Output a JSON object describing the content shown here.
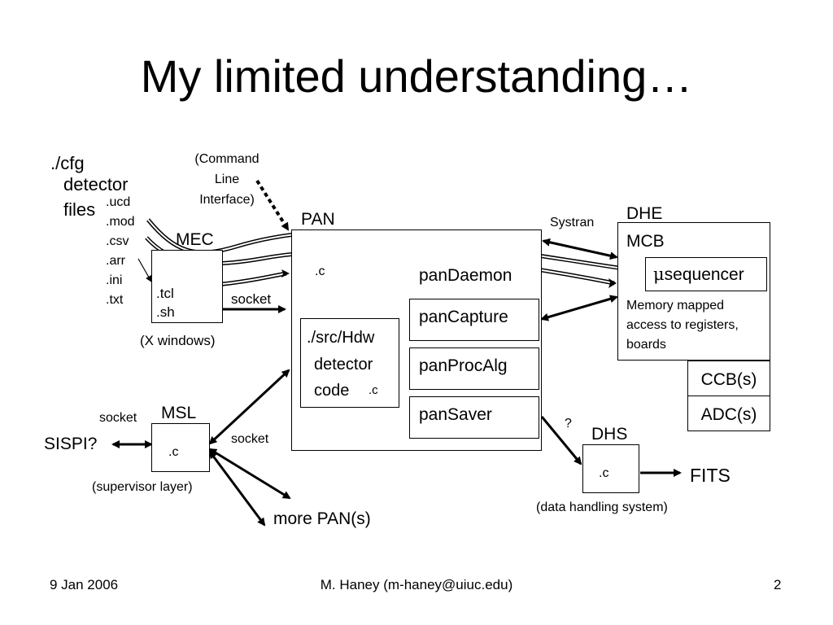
{
  "slide": {
    "title": "My limited understanding…",
    "footer": {
      "date": "9 Jan 2006",
      "author": "M. Haney (m-haney@uiuc.edu)",
      "page": "2"
    }
  },
  "cfg": {
    "path": "./cfg",
    "label_line1": "detector",
    "label_line2": "files",
    "extensions": [
      ".ucd",
      ".mod",
      ".csv",
      ".arr",
      ".ini",
      ".txt"
    ]
  },
  "cli": {
    "line1": "(Command",
    "line2": "Line",
    "line3": "Interface)"
  },
  "mec": {
    "label": "MEC",
    "files": [
      ".tcl",
      ".sh"
    ],
    "caption": "(X windows)",
    "socket": "socket"
  },
  "pan": {
    "label": "PAN",
    "c_label": ".c",
    "hdw_path": "./src/Hdw",
    "hdw_line1": "detector",
    "hdw_line2": "code",
    "hdw_c": ".c",
    "modules": [
      "panDaemon",
      "panCapture",
      "panProcAlg",
      "panSaver"
    ]
  },
  "dhe": {
    "label": "DHE",
    "systran": "Systran",
    "mcb": "MCB",
    "sequencer_mu": "μ",
    "sequencer": "sequencer",
    "memory_line1": "Memory mapped",
    "memory_line2": "access to registers,",
    "memory_line3": "boards",
    "ccb": "CCB(s)",
    "adc": "ADC(s)"
  },
  "msl": {
    "label": "MSL",
    "c_label": ".c",
    "caption": "(supervisor layer)",
    "socket_left": "socket",
    "socket_right": "socket",
    "sispi": "SISPI?",
    "more_pan": "more PAN(s)"
  },
  "dhs": {
    "label": "DHS",
    "c_label": ".c",
    "question": "?",
    "caption": "(data handling system)",
    "fits": "FITS"
  }
}
